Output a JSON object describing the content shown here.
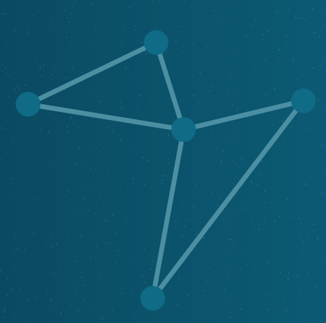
{
  "colors": {
    "background_left": "#0b4a63",
    "background_right": "#0b5a73",
    "edge": "#4c8fa2",
    "node": "#0f6b86",
    "speckle": "#7fb6c6"
  },
  "graph": {
    "nodes": [
      {
        "id": "top"
      },
      {
        "id": "left"
      },
      {
        "id": "center"
      },
      {
        "id": "right"
      },
      {
        "id": "bottom"
      }
    ],
    "edges": [
      {
        "from": "left",
        "to": "top"
      },
      {
        "from": "top",
        "to": "center"
      },
      {
        "from": "left",
        "to": "center"
      },
      {
        "from": "center",
        "to": "right"
      },
      {
        "from": "center",
        "to": "bottom"
      },
      {
        "from": "right",
        "to": "bottom"
      }
    ]
  }
}
